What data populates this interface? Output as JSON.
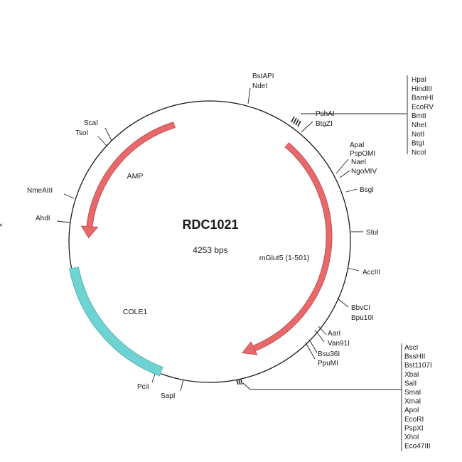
{
  "plasmid": {
    "name": "RDC1021",
    "length_label": "4253 bps"
  },
  "features": [
    {
      "id": "amp",
      "label": "AMP",
      "color": "#e8696b",
      "stroke": "#c84c4f",
      "type": "arrow"
    },
    {
      "id": "mglut5",
      "label": "mGlut5 (1-501)",
      "color": "#e8696b",
      "stroke": "#c84c4f",
      "type": "arrow"
    },
    {
      "id": "cole1",
      "label": "COLE1",
      "color": "#6fd3d3",
      "stroke": "#4fb3b3",
      "type": "block"
    }
  ],
  "sites": [
    {
      "id": "bstapi",
      "label": "BstAPI"
    },
    {
      "id": "ndei",
      "label": "NdeI"
    },
    {
      "id": "pshai",
      "label": "PshAI"
    },
    {
      "id": "btgzi",
      "label": "BtgZI"
    },
    {
      "id": "apai",
      "label": "ApaI"
    },
    {
      "id": "psp0mi",
      "label": "PspOMI"
    },
    {
      "id": "naei",
      "label": "NaeI"
    },
    {
      "id": "ngomiv",
      "label": "NgoMIV"
    },
    {
      "id": "bsgi",
      "label": "BsgI"
    },
    {
      "id": "stui",
      "label": "StuI"
    },
    {
      "id": "acciii",
      "label": "AccIII"
    },
    {
      "id": "bbvci",
      "label": "BbvCI"
    },
    {
      "id": "bpu10i",
      "label": "Bpu10I"
    },
    {
      "id": "aari",
      "label": "AarI"
    },
    {
      "id": "van91i",
      "label": "Van91I"
    },
    {
      "id": "bsu36i",
      "label": "Bsu36I"
    },
    {
      "id": "ppumi",
      "label": "PpuMI"
    },
    {
      "id": "sapi",
      "label": "SapI"
    },
    {
      "id": "pcii",
      "label": "PciI"
    },
    {
      "id": "ahdi",
      "label": "AhdI"
    },
    {
      "id": "nmeaiii",
      "label": "NmeAIII"
    },
    {
      "id": "tsoi",
      "label": "TsoI"
    },
    {
      "id": "scai",
      "label": "ScaI"
    }
  ],
  "mcs_top": [
    "HpaI",
    "HindIII",
    "BamHI",
    "EcoRV",
    "BmtI",
    "NheI",
    "NotI",
    "BtgI",
    "NcoI"
  ],
  "mcs_bottom": [
    "AscI",
    "BssHII",
    "Bst1107I",
    "XbaI",
    "SalI",
    "SmaI",
    "XmaI",
    "ApoI",
    "EcoRI",
    "PspXI",
    "XhoI",
    "Eco47III"
  ],
  "stray_mark": "×"
}
